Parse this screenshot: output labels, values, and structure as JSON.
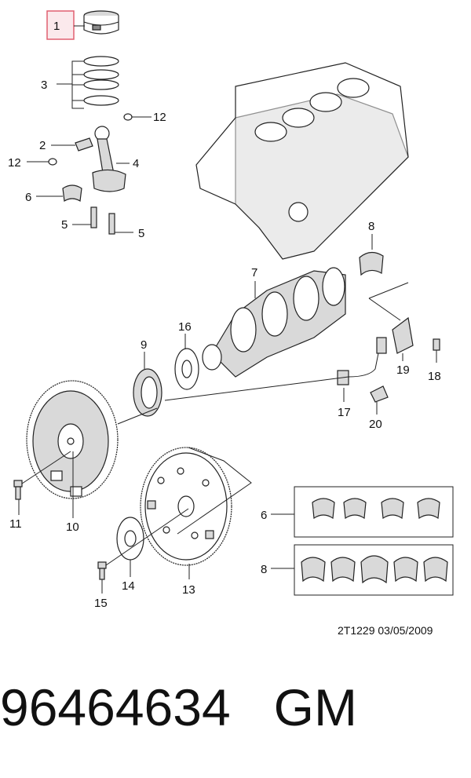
{
  "labels": {
    "p1": "1",
    "p2": "2",
    "p3": "3",
    "p4": "4",
    "p5a": "5",
    "p5b": "5",
    "p6a": "6",
    "p6b": "6",
    "p7": "7",
    "p8a": "8",
    "p8b": "8",
    "p9": "9",
    "p10": "10",
    "p11": "11",
    "p12a": "12",
    "p12b": "12",
    "p13": "13",
    "p14": "14",
    "p15": "15",
    "p16": "16",
    "p17": "17",
    "p18": "18",
    "p19": "19",
    "p20": "20"
  },
  "reference": "2T1229  03/05/2009",
  "part_number": "96464634",
  "brand": "GM",
  "highlight_color": "#e06070"
}
